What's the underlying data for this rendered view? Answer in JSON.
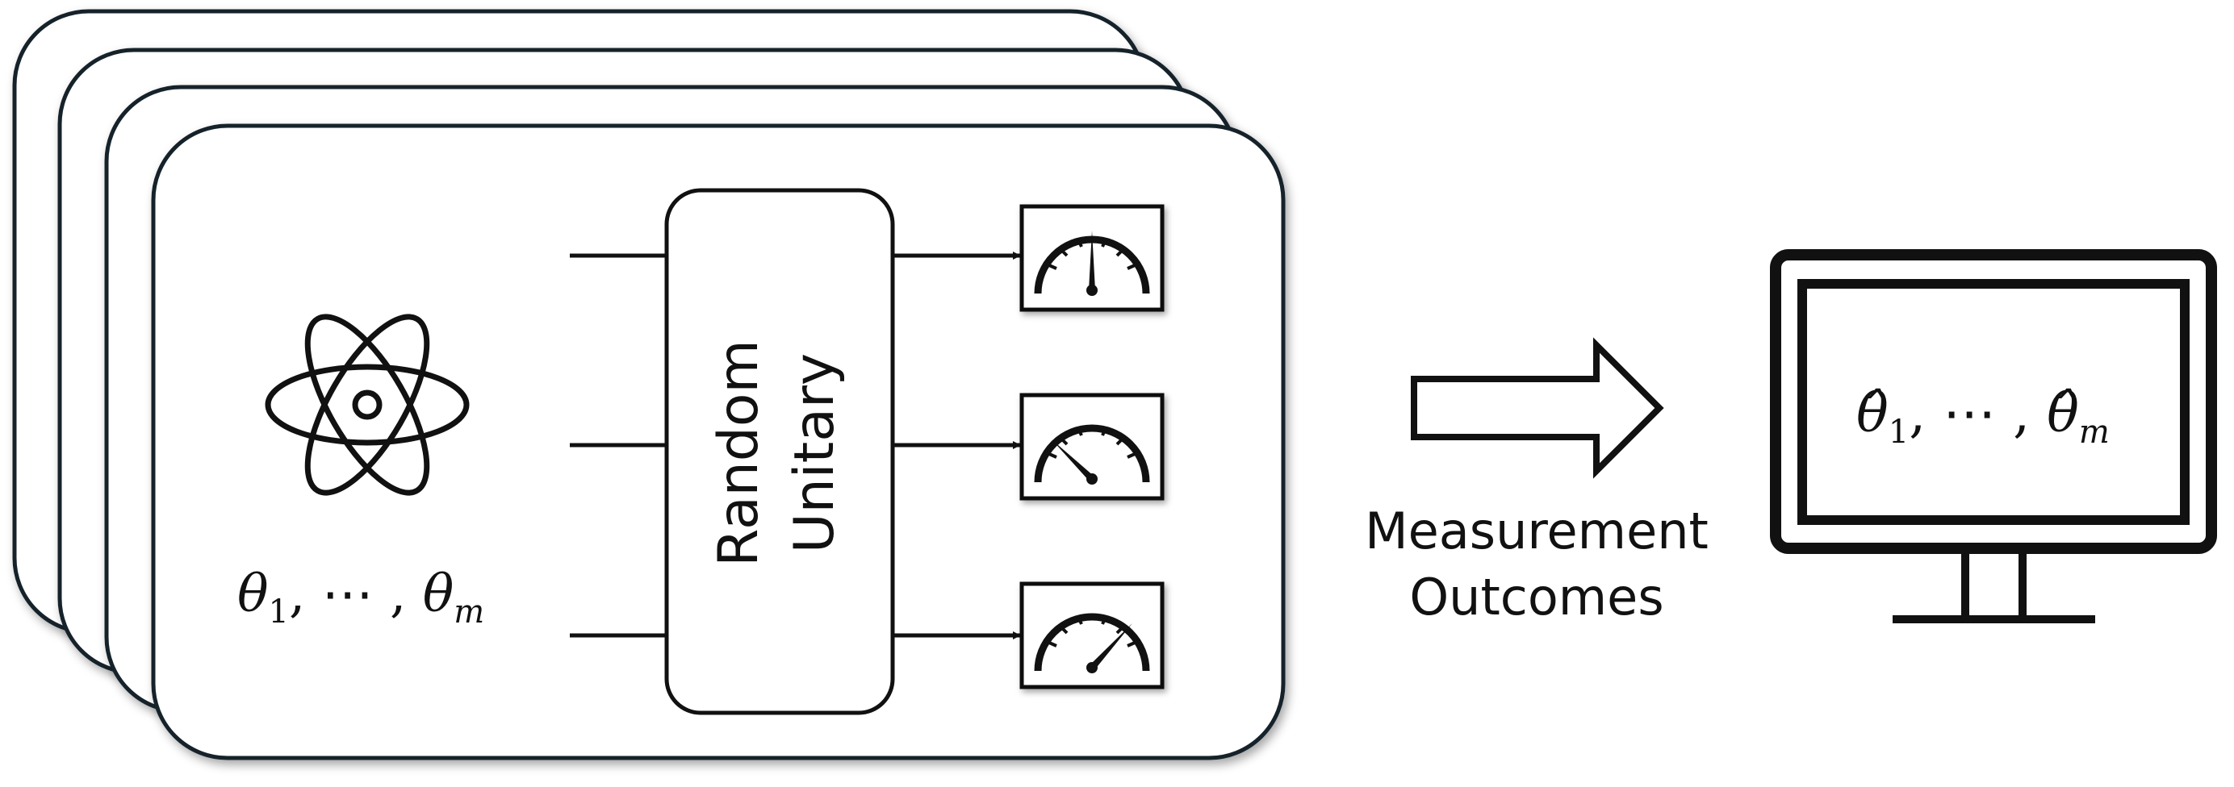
{
  "block_label": "Random Unitary",
  "block_label_lines": [
    "Random",
    "Unitary"
  ],
  "input_params": {
    "first": "θ",
    "first_sub": "1",
    "sep": ", ⋯ , ",
    "last": "θ",
    "last_sub": "m"
  },
  "arrow_caption": [
    "Measurement",
    "Outcomes"
  ],
  "estimates": {
    "first": "θ̂",
    "first_sub": "1",
    "sep": ", ⋯ , ",
    "last": "θ̂",
    "last_sub": "m"
  },
  "icons": [
    "atom-icon",
    "gauge-icon",
    "computer-monitor-icon",
    "hollow-right-arrow-icon"
  ],
  "colors": {
    "card_stroke": "#14212c",
    "ink": "#111111",
    "background": "#ffffff"
  }
}
